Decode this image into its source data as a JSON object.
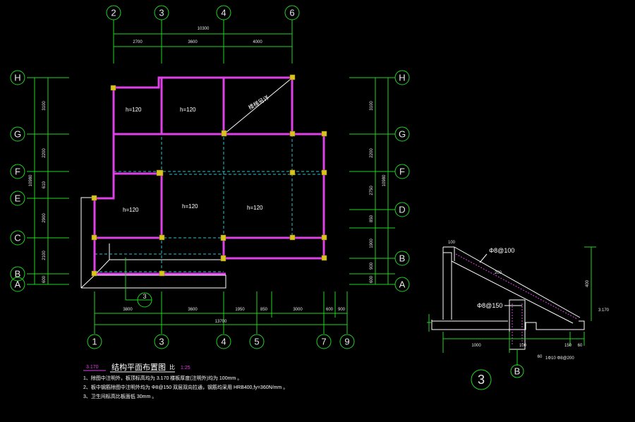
{
  "top_axes": [
    "2",
    "3",
    "4",
    "6"
  ],
  "top_total": "10300",
  "top_dims": [
    "2700",
    "3600",
    "4000"
  ],
  "left_axes": [
    "H",
    "G",
    "F",
    "E",
    "C",
    "B",
    "A"
  ],
  "left_dims": [
    "3100",
    "2200",
    "610",
    "2900",
    "2100",
    "600"
  ],
  "left_total": "10980",
  "right_axes": [
    "H",
    "G",
    "F",
    "D",
    "B",
    "A"
  ],
  "right_dims": [
    "3100",
    "2200",
    "2750",
    "850",
    "1900",
    "900",
    "600"
  ],
  "right_total": "10980",
  "bottom_axes": [
    "1",
    "3",
    "4",
    "5",
    "7",
    "9"
  ],
  "bottom_dims": [
    "3800",
    "3600",
    "1950",
    "850",
    "3000",
    "600",
    "900"
  ],
  "bottom_total": "13700",
  "slab_labels": [
    "h=120",
    "h=120",
    "h=120",
    "h=120",
    "h=120"
  ],
  "stair_label": "楼梯另详",
  "section_callout": "3",
  "title_level": "3.170",
  "title": "结构平面布置图",
  "title_scale_prefix": "比",
  "title_scale": "1:25",
  "notes": [
    "1、除图中注明外，板顶标高均为       3.170    楼板厚度(注明外)均为        100mm  。",
    "2、板中钢筋除图中注明外均为        Φ8@150  双层双向拉通，钢筋均采用    HRB400,fy=360N/mm   。",
    "3、卫生间标高比板面低       30mm  。"
  ],
  "section": {
    "number": "3",
    "axis": "B",
    "rebar1": "Φ8@100",
    "rebar2": "Φ8@150",
    "rebar3": "1Φ10 Φ8@200",
    "level": "3.170",
    "dims": [
      "100",
      "200",
      "1000",
      "100",
      "150",
      "400",
      "60",
      "60"
    ]
  }
}
